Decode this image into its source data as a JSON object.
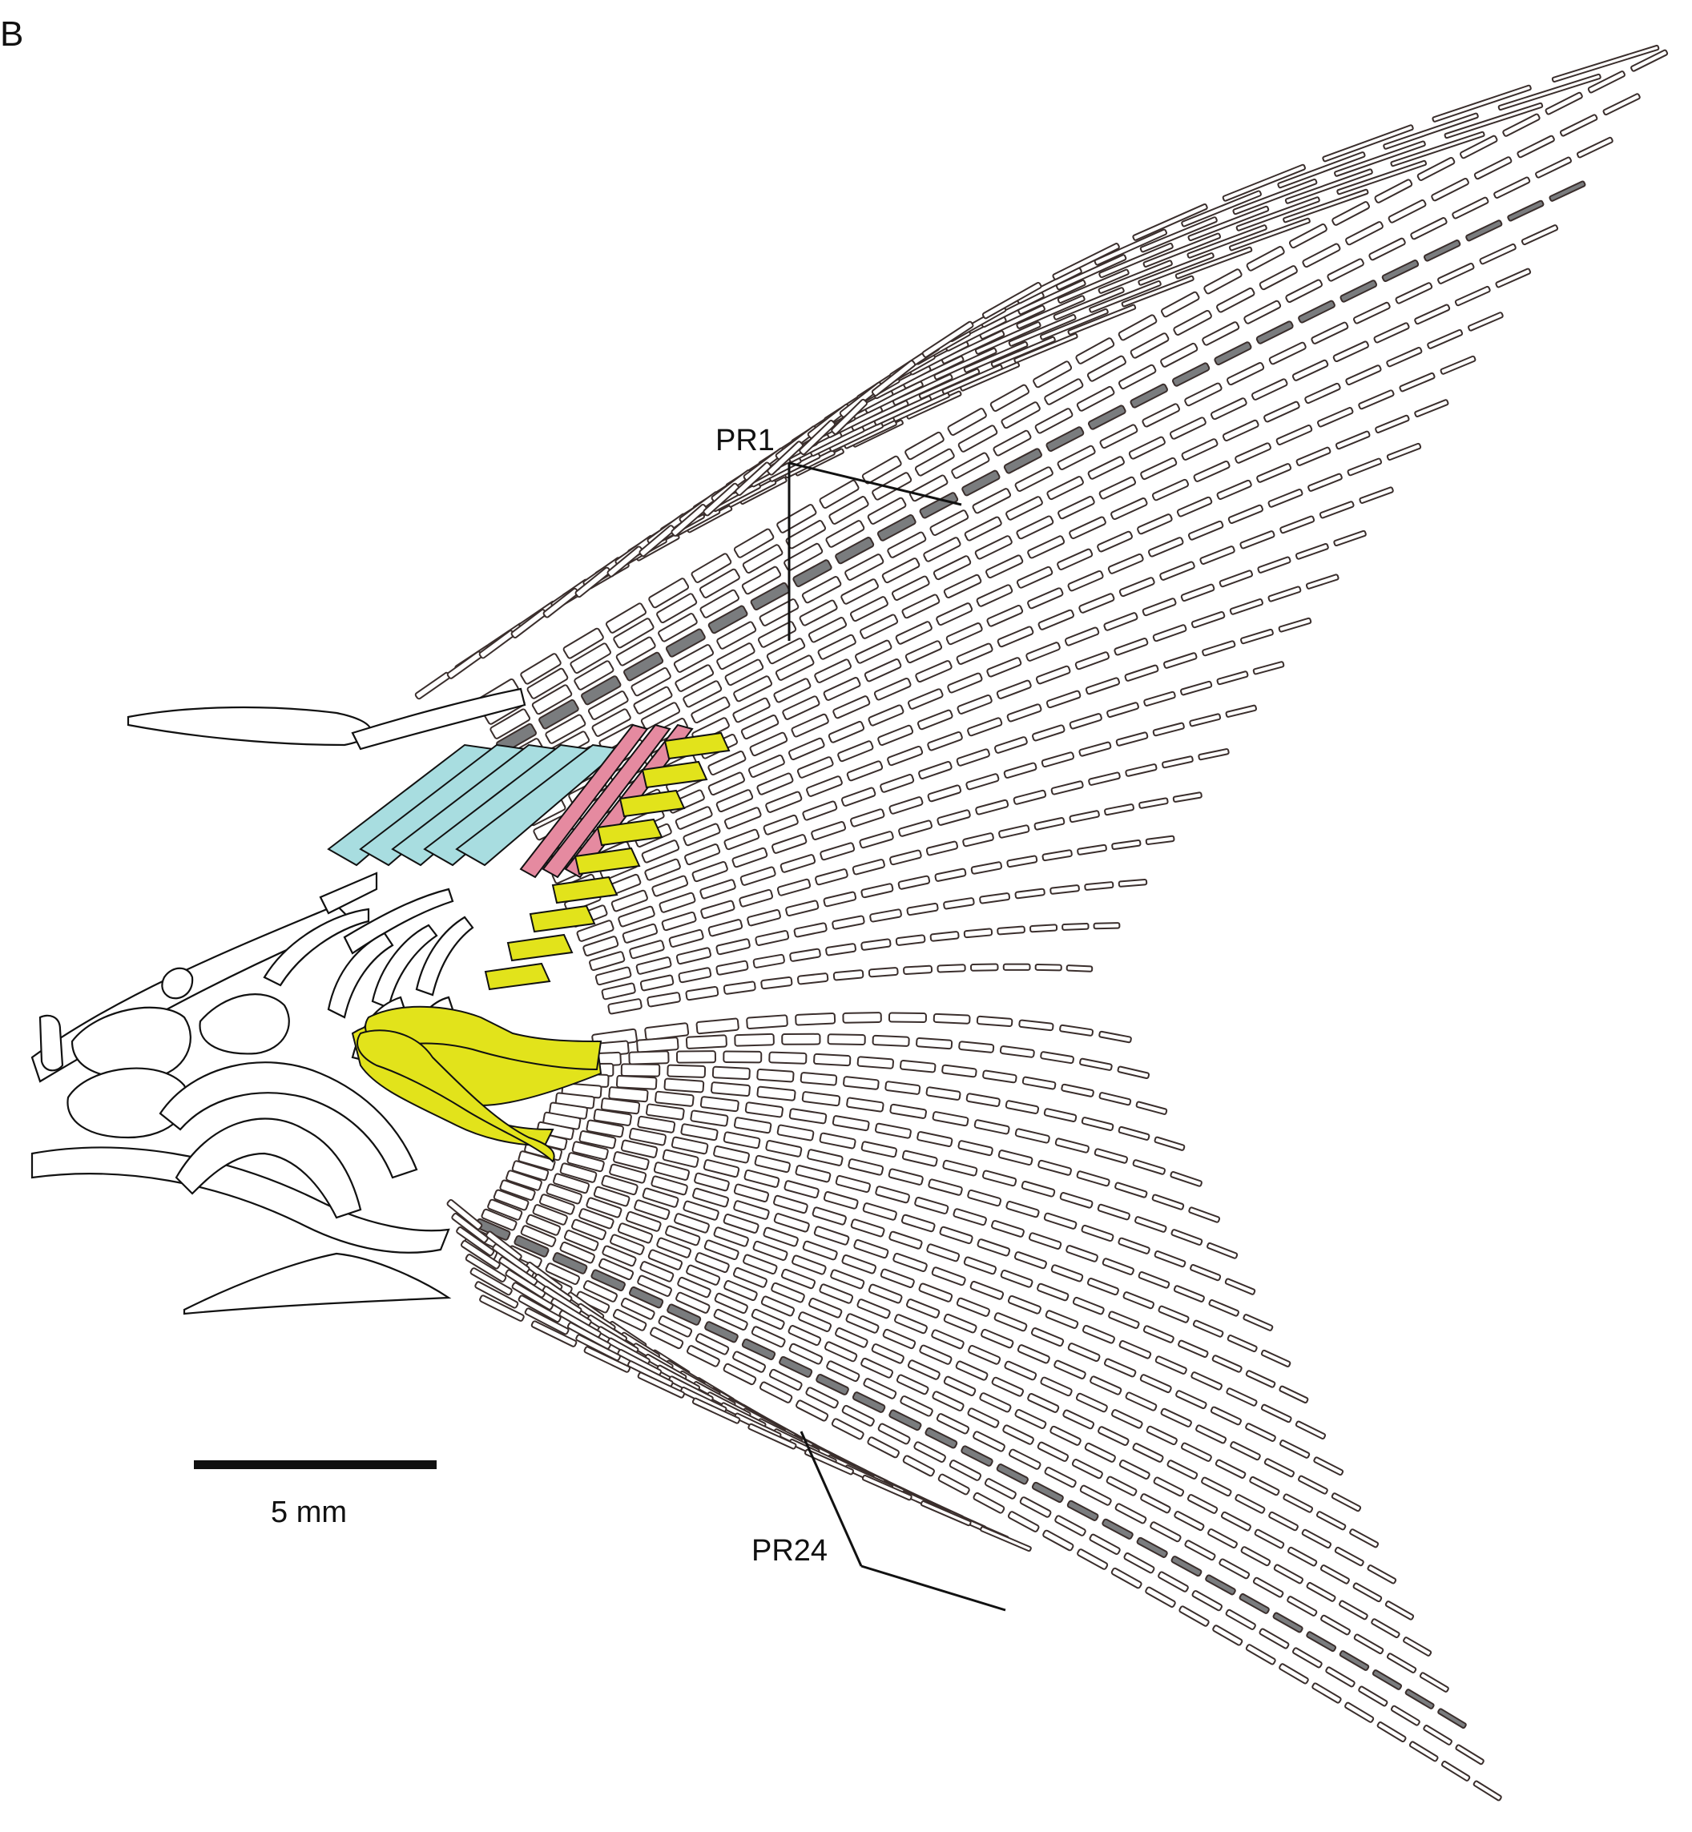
{
  "panel_label": "B",
  "labels": {
    "pr1": "PR1",
    "pr24": "PR24",
    "scale": "5 mm"
  },
  "colors": {
    "cyan": "#a8dde0",
    "pink": "#e58aa0",
    "yellow": "#e2e31b",
    "pr_dark": "#7a7c7e",
    "line": "#111111",
    "segment_stroke": "#3a2e2c"
  }
}
